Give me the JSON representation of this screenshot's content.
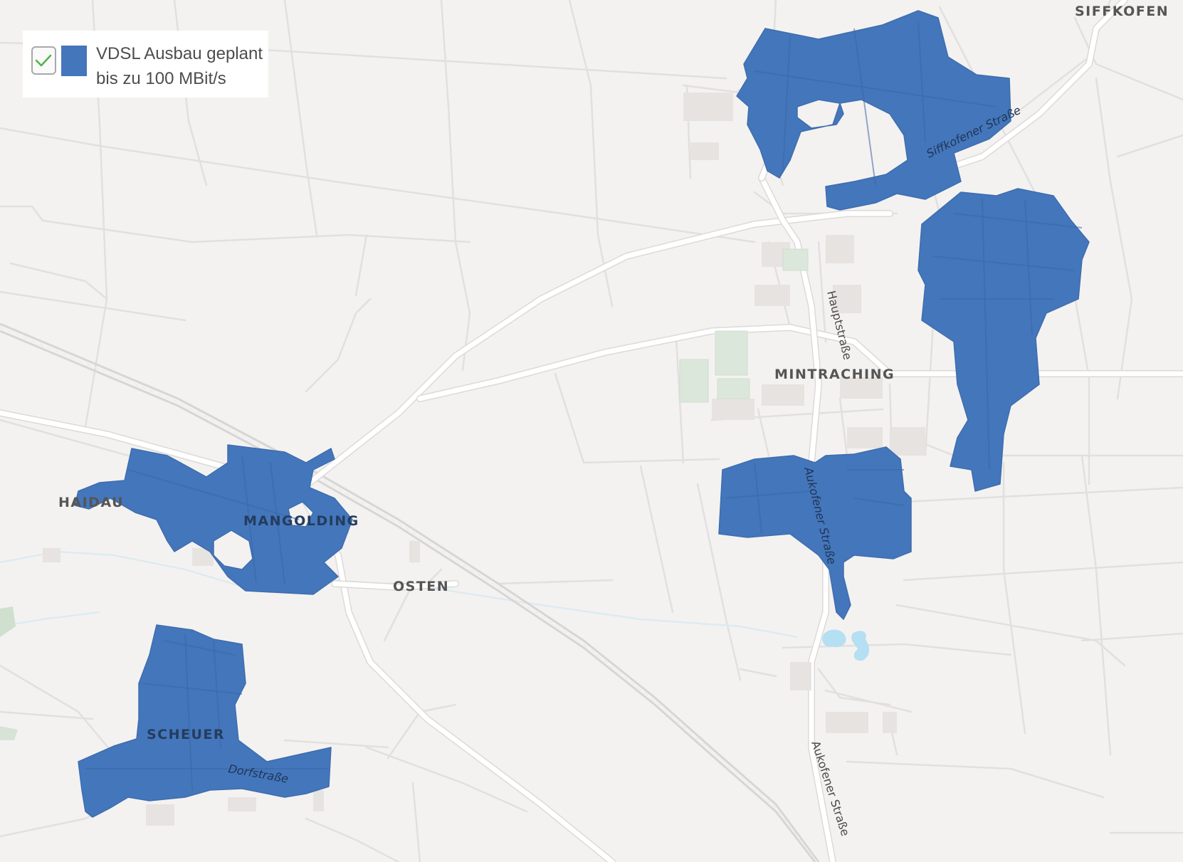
{
  "legend": {
    "checked": true,
    "swatch_color": "#4476bb",
    "title_line1": "VDSL Ausbau geplant",
    "title_line2": "bis zu 100 MBit/s",
    "checkbox_icon": "checkmark-icon"
  },
  "places": {
    "siffkofen": "SIFFKOFEN",
    "haidau": "HAIDAU",
    "mangolding": "MANGOLDING",
    "osten": "OSTEN",
    "mintraching": "MINTRACHING",
    "scheuer": "SCHEUER"
  },
  "streets": {
    "siffkofener": "Siffkofener Straße",
    "haupt": "Hauptstraße",
    "aukofener_north": "Aukofener Straße",
    "aukofener_south": "Aukofener Straße",
    "dorf": "Dorfstraße"
  },
  "colors": {
    "background": "#f4f2f0",
    "coverage": "#4476bb",
    "roads": "#ffffff",
    "water": "#b5dff2",
    "sports_fields": "#dbe7db"
  }
}
